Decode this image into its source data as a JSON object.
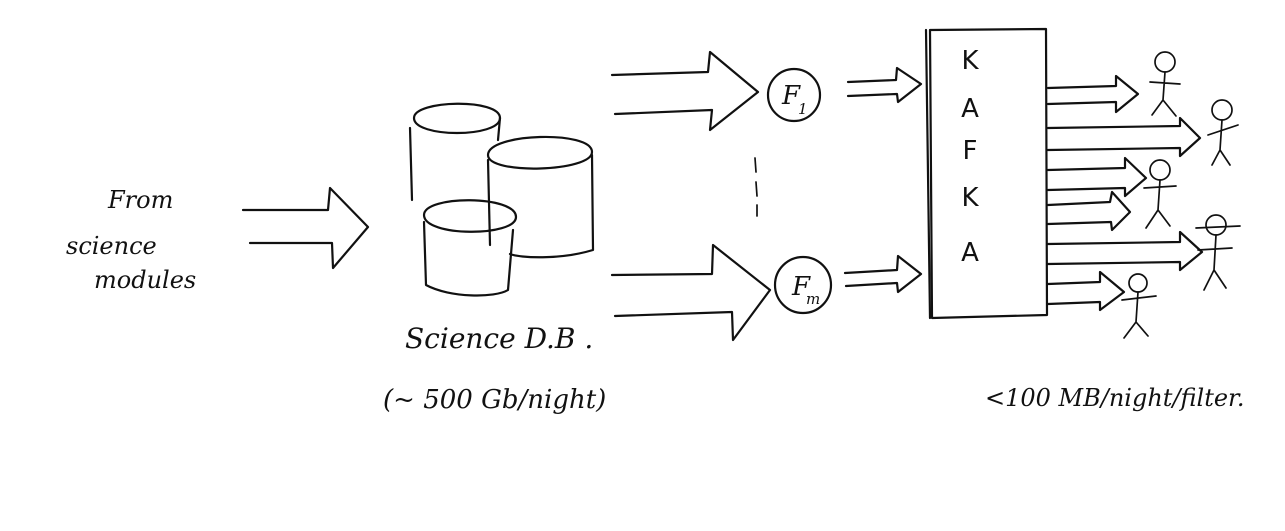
{
  "source": {
    "lines": [
      "From",
      "science",
      "modules"
    ]
  },
  "database": {
    "label": "Science D.B .",
    "volume": "(~ 500 Gb/night)"
  },
  "filters": {
    "first": "F",
    "first_sub": "1",
    "last": "F",
    "last_sub": "m",
    "ellipsis_icon": "vertical-dashed-line"
  },
  "broker": {
    "letters": [
      "K",
      "A",
      "F",
      "K",
      "A"
    ]
  },
  "output": {
    "rate": "<100 MB/night/filter.",
    "consumers_icon": "stick-figure"
  }
}
